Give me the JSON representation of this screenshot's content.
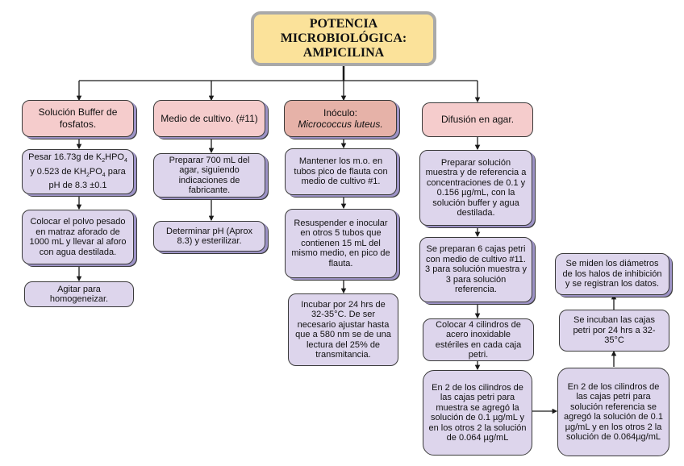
{
  "title": {
    "line1": "POTENCIA",
    "line2": "MICROBIOLÓGICA:",
    "line3": "AMPICILINA"
  },
  "colors": {
    "title_fill": "#fbe29a",
    "header_fill": "#f5cccc",
    "inoculo_fill": "#e6b2a8",
    "step_fill": "#ddd5ec",
    "shadow": "#9d93c6",
    "line": "#1a1a1a"
  },
  "columns": [
    {
      "header": "Solución Buffer de fosfatos.",
      "steps": [
        {
          "parts": [
            "Pesar 16.73g de K",
            "2",
            "HPO",
            "4",
            " y 0.523 de KH",
            "2",
            "PO",
            "4",
            " para pH de 8.3 ±0.1"
          ]
        },
        {
          "text": "Colocar el polvo pesado en matraz aforado de 1000 mL y llevar al aforo con agua destilada."
        },
        {
          "text": "Agitar para homogeneizar."
        }
      ]
    },
    {
      "header": "Medio de cultivo. (#11)",
      "steps": [
        {
          "text": "Preparar 700 mL del agar, siguiendo indicaciones de fabricante."
        },
        {
          "text": "Determinar pH (Aprox 8.3) y esterilizar."
        }
      ]
    },
    {
      "header_line1": "Inóculo:",
      "header_italic": "Micrococcus luteus.",
      "steps": [
        {
          "text": "Mantener los m.o. en tubos pico de flauta con medio de cultivo #1."
        },
        {
          "text": "Resuspender e inocular en otros 5 tubos que contienen 15 mL del mismo medio, en pico de flauta."
        },
        {
          "text": "Incubar por 24 hrs de 32-35°C. De ser necesario ajustar hasta que a 580 nm se de una lectura del 25% de transmitancia."
        }
      ]
    },
    {
      "header": "Difusión en agar.",
      "steps": [
        {
          "text": "Preparar solución muestra y de referencia a concentraciones de 0.1 y 0.156 µg/mL, con la solución buffer y agua destilada."
        },
        {
          "text": "Se preparan 6 cajas petri con medio de cultivo #11. 3 para solución muestra y 3 para solución referencia."
        },
        {
          "text": "Colocar 4 cilindros de acero inoxidable estériles en cada caja petri."
        },
        {
          "text": "En 2 de los cilindros de las cajas petri para muestra se agregó la solución de 0.1 µg/mL y en los otros 2 la solución de 0.064 µg/mL"
        }
      ]
    },
    {
      "steps": [
        {
          "text": "En 2 de los cilindros de las cajas petri para solución referencia se agregó la solución de 0.1 µg/mL y en los otros 2 la solución de 0.064µg/mL"
        },
        {
          "text": "Se incuban las cajas petri por 24 hrs a 32-35°C"
        },
        {
          "text": "Se miden los diámetros de los halos de inhibición y se registran los datos."
        }
      ]
    }
  ]
}
